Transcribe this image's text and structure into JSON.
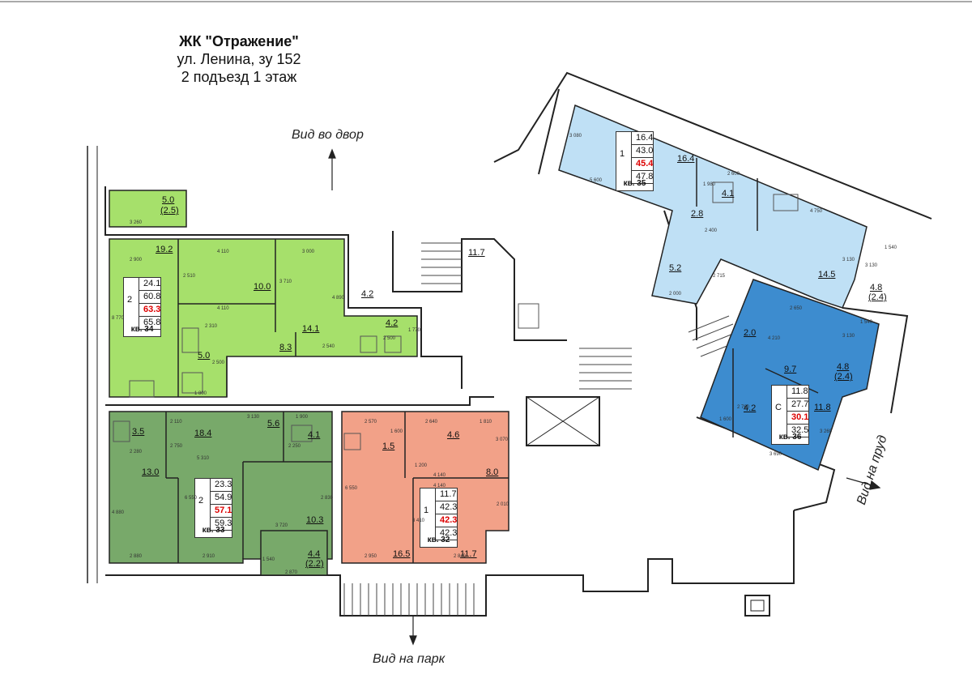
{
  "header": {
    "complex": "ЖК \"Отражение\"",
    "address": "ул. Ленина, зу 152",
    "section": "2 подъезд 1 этаж"
  },
  "views": {
    "yard": "Вид во двор",
    "park": "Вид на парк",
    "pond": "Вид на пруд"
  },
  "colors": {
    "apt34": "#a6e06b",
    "apt33": "#78a96a",
    "apt32": "#f2a188",
    "apt35": "#bfe0f5",
    "apt36": "#3d8ccf"
  },
  "apartments": [
    {
      "id": "34",
      "rooms": "2",
      "values": [
        "24.1",
        "60.8",
        "63.3",
        "65.8"
      ],
      "label": "кв. 34"
    },
    {
      "id": "33",
      "rooms": "2",
      "values": [
        "23.3",
        "54.9",
        "57.1",
        "59.3"
      ],
      "label": "кв. 33"
    },
    {
      "id": "32",
      "rooms": "1",
      "values": [
        "11.7",
        "42.3",
        "42.3",
        "42.3"
      ],
      "label": "кв. 32"
    },
    {
      "id": "35",
      "rooms": "1",
      "values": [
        "16.4",
        "43.0",
        "45.4",
        "47.8"
      ],
      "label": "кв. 35"
    },
    {
      "id": "36",
      "rooms": "С",
      "values": [
        "11.8",
        "27.7",
        "30.1",
        "32.5"
      ],
      "label": "кв. 36"
    }
  ],
  "room_areas": [
    "5.0",
    "(2.5)",
    "19.2",
    "10.0",
    "14.1",
    "8.3",
    "5.0",
    "4.2",
    "4.2",
    "3.5",
    "18.4",
    "5.6",
    "4.1",
    "13.0",
    "10.3",
    "4.4",
    "(2.2)",
    "1.5",
    "4.6",
    "8.0",
    "16.5",
    "11.7",
    "11.7",
    "16.4",
    "4.1",
    "2.8",
    "5.2",
    "14.5",
    "4.8",
    "(2.4)",
    "2.0",
    "9.7",
    "4.8",
    "(2.4)",
    "4.2",
    "11.8"
  ],
  "dimensions": [
    "3 260",
    "2 900",
    "4 110",
    "3 000",
    "2 510",
    "3 710",
    "4 890",
    "8 770",
    "4 110",
    "2 310",
    "2 500",
    "2 540",
    "1 770",
    "1 800",
    "2 500",
    "2 110",
    "3 130",
    "1 900",
    "2 280",
    "2 750",
    "5 310",
    "2 250",
    "6 550",
    "4 880",
    "2 880",
    "2 910",
    "3 720",
    "2 830",
    "1 540",
    "2 870",
    "2 570",
    "1 600",
    "2 640",
    "1 810",
    "3 070",
    "1 200",
    "4 140",
    "4 140",
    "6 550",
    "3 410",
    "2 010",
    "2 950",
    "2 840",
    "3 080",
    "5 600",
    "2 600",
    "1 980",
    "4 750",
    "2 400",
    "2 000",
    "2 715",
    "3 130",
    "3 130",
    "1 540",
    "2 650",
    "4 210",
    "3 130",
    "1 540",
    "2 760",
    "1 600",
    "3 690",
    "3 260"
  ]
}
